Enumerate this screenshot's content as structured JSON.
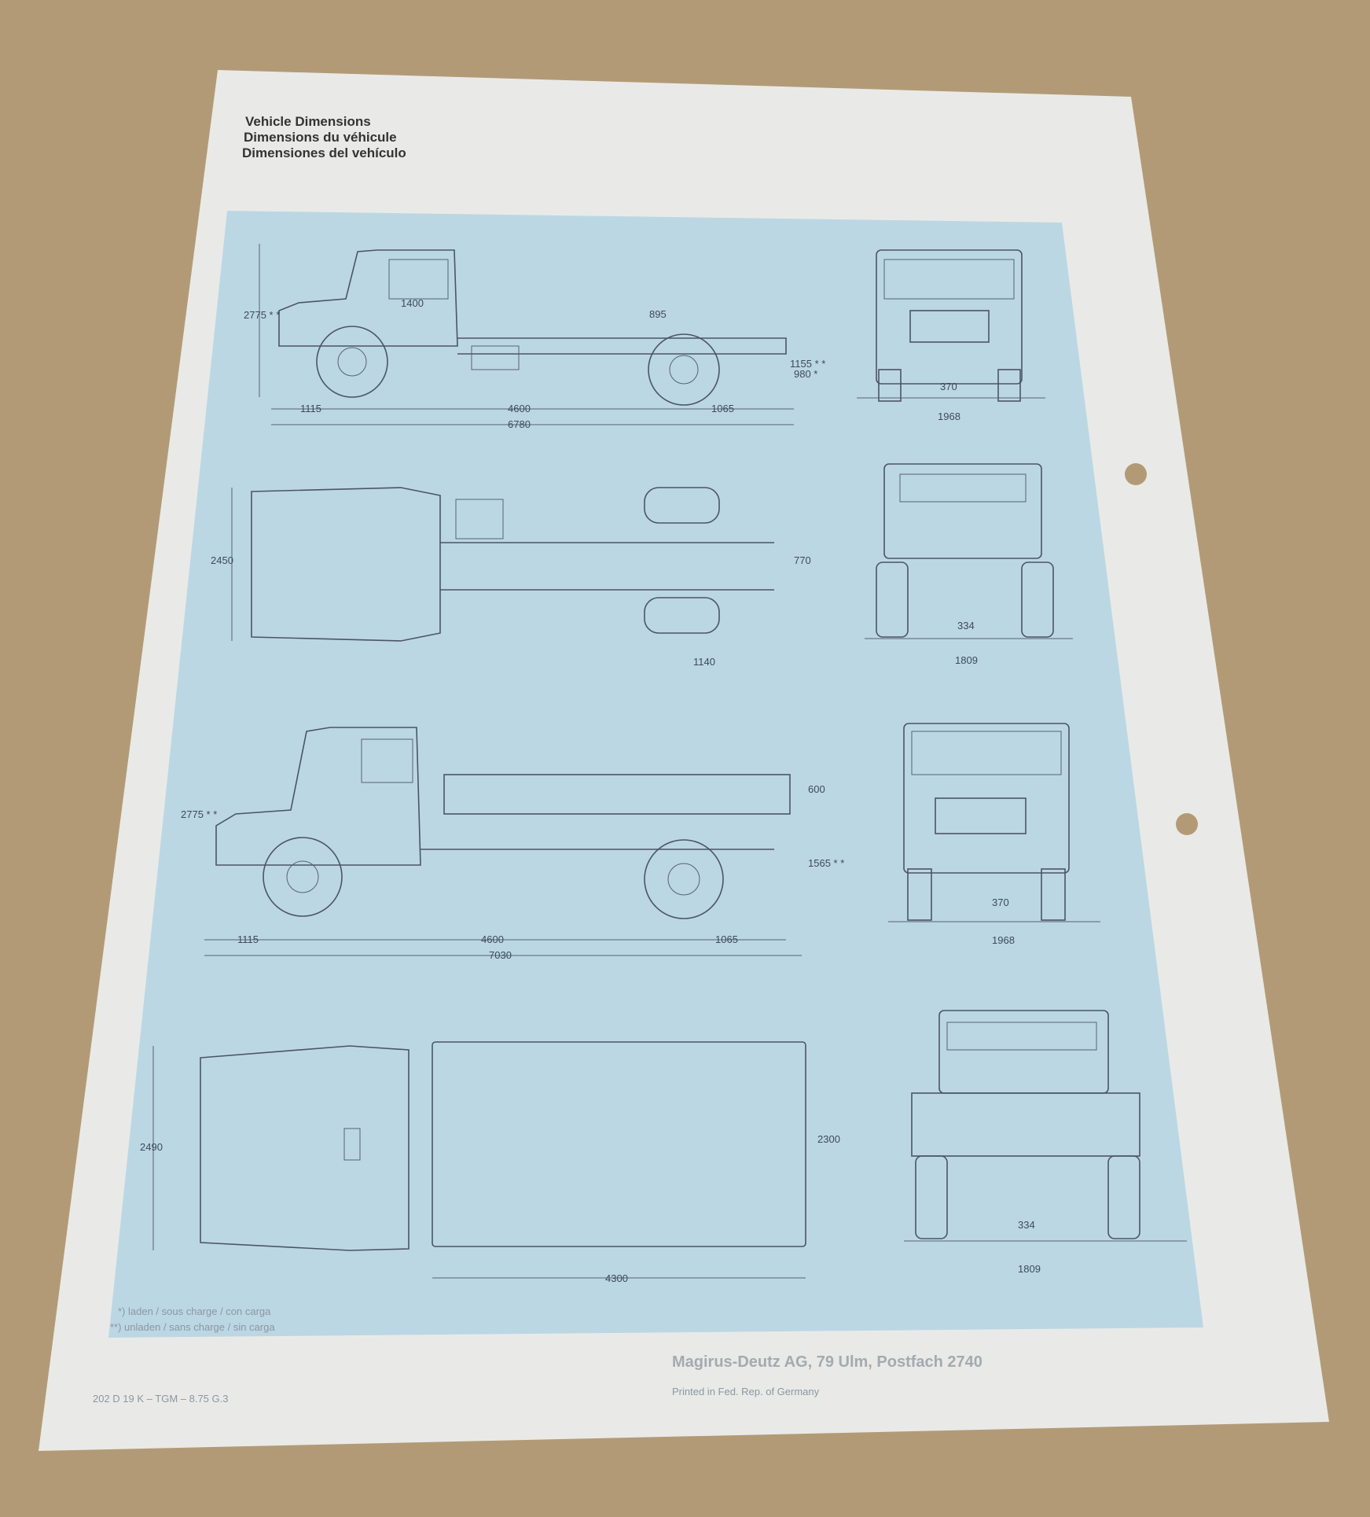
{
  "header": {
    "title_en": "Vehicle Dimensions",
    "title_fr": "Dimensions du véhicule",
    "title_es": "Dimensiones del vehículo"
  },
  "drawings": {
    "chassis_side": {
      "height": "2775 * *",
      "cab": "1400",
      "rear_offset": "895",
      "frame_height_unladen": "1155 * *",
      "frame_height_laden": "980 *",
      "front_overhang": "1115",
      "wheelbase": "4600",
      "rear_overhang": "1065",
      "overall_length": "6780"
    },
    "chassis_front": {
      "ground_clearance": "370",
      "track": "1968"
    },
    "chassis_top": {
      "width": "2450",
      "frame_width": "770",
      "rear_dim": "1140"
    },
    "chassis_rear": {
      "clearance": "334",
      "track": "1809"
    },
    "tipper_side": {
      "height": "2775 * *",
      "side_height": "600",
      "platform_height": "1565 * *",
      "front_overhang": "1115",
      "wheelbase": "4600",
      "rear_overhang": "1065",
      "overall_length": "7030"
    },
    "tipper_front": {
      "ground_clearance": "370",
      "track": "1968"
    },
    "tipper_top": {
      "width": "2490",
      "body_width": "2300",
      "body_length": "4300"
    },
    "tipper_rear": {
      "clearance": "334",
      "track": "1809"
    }
  },
  "notes": {
    "laden": "*) laden / sous charge / con carga",
    "unladen": "**) unladen / sans charge / sin carga"
  },
  "footer": {
    "code": "202 D 19 K – TGM – 8.75 G.3",
    "company": "Magirus-Deutz AG, 79 Ulm, Postfach 2740",
    "printed": "Printed in Fed. Rep. of Germany"
  },
  "colors": {
    "background": "#b39a76",
    "paper": "#e9eae7",
    "panel": "#bcd7e4",
    "ink": "#4b5568"
  }
}
